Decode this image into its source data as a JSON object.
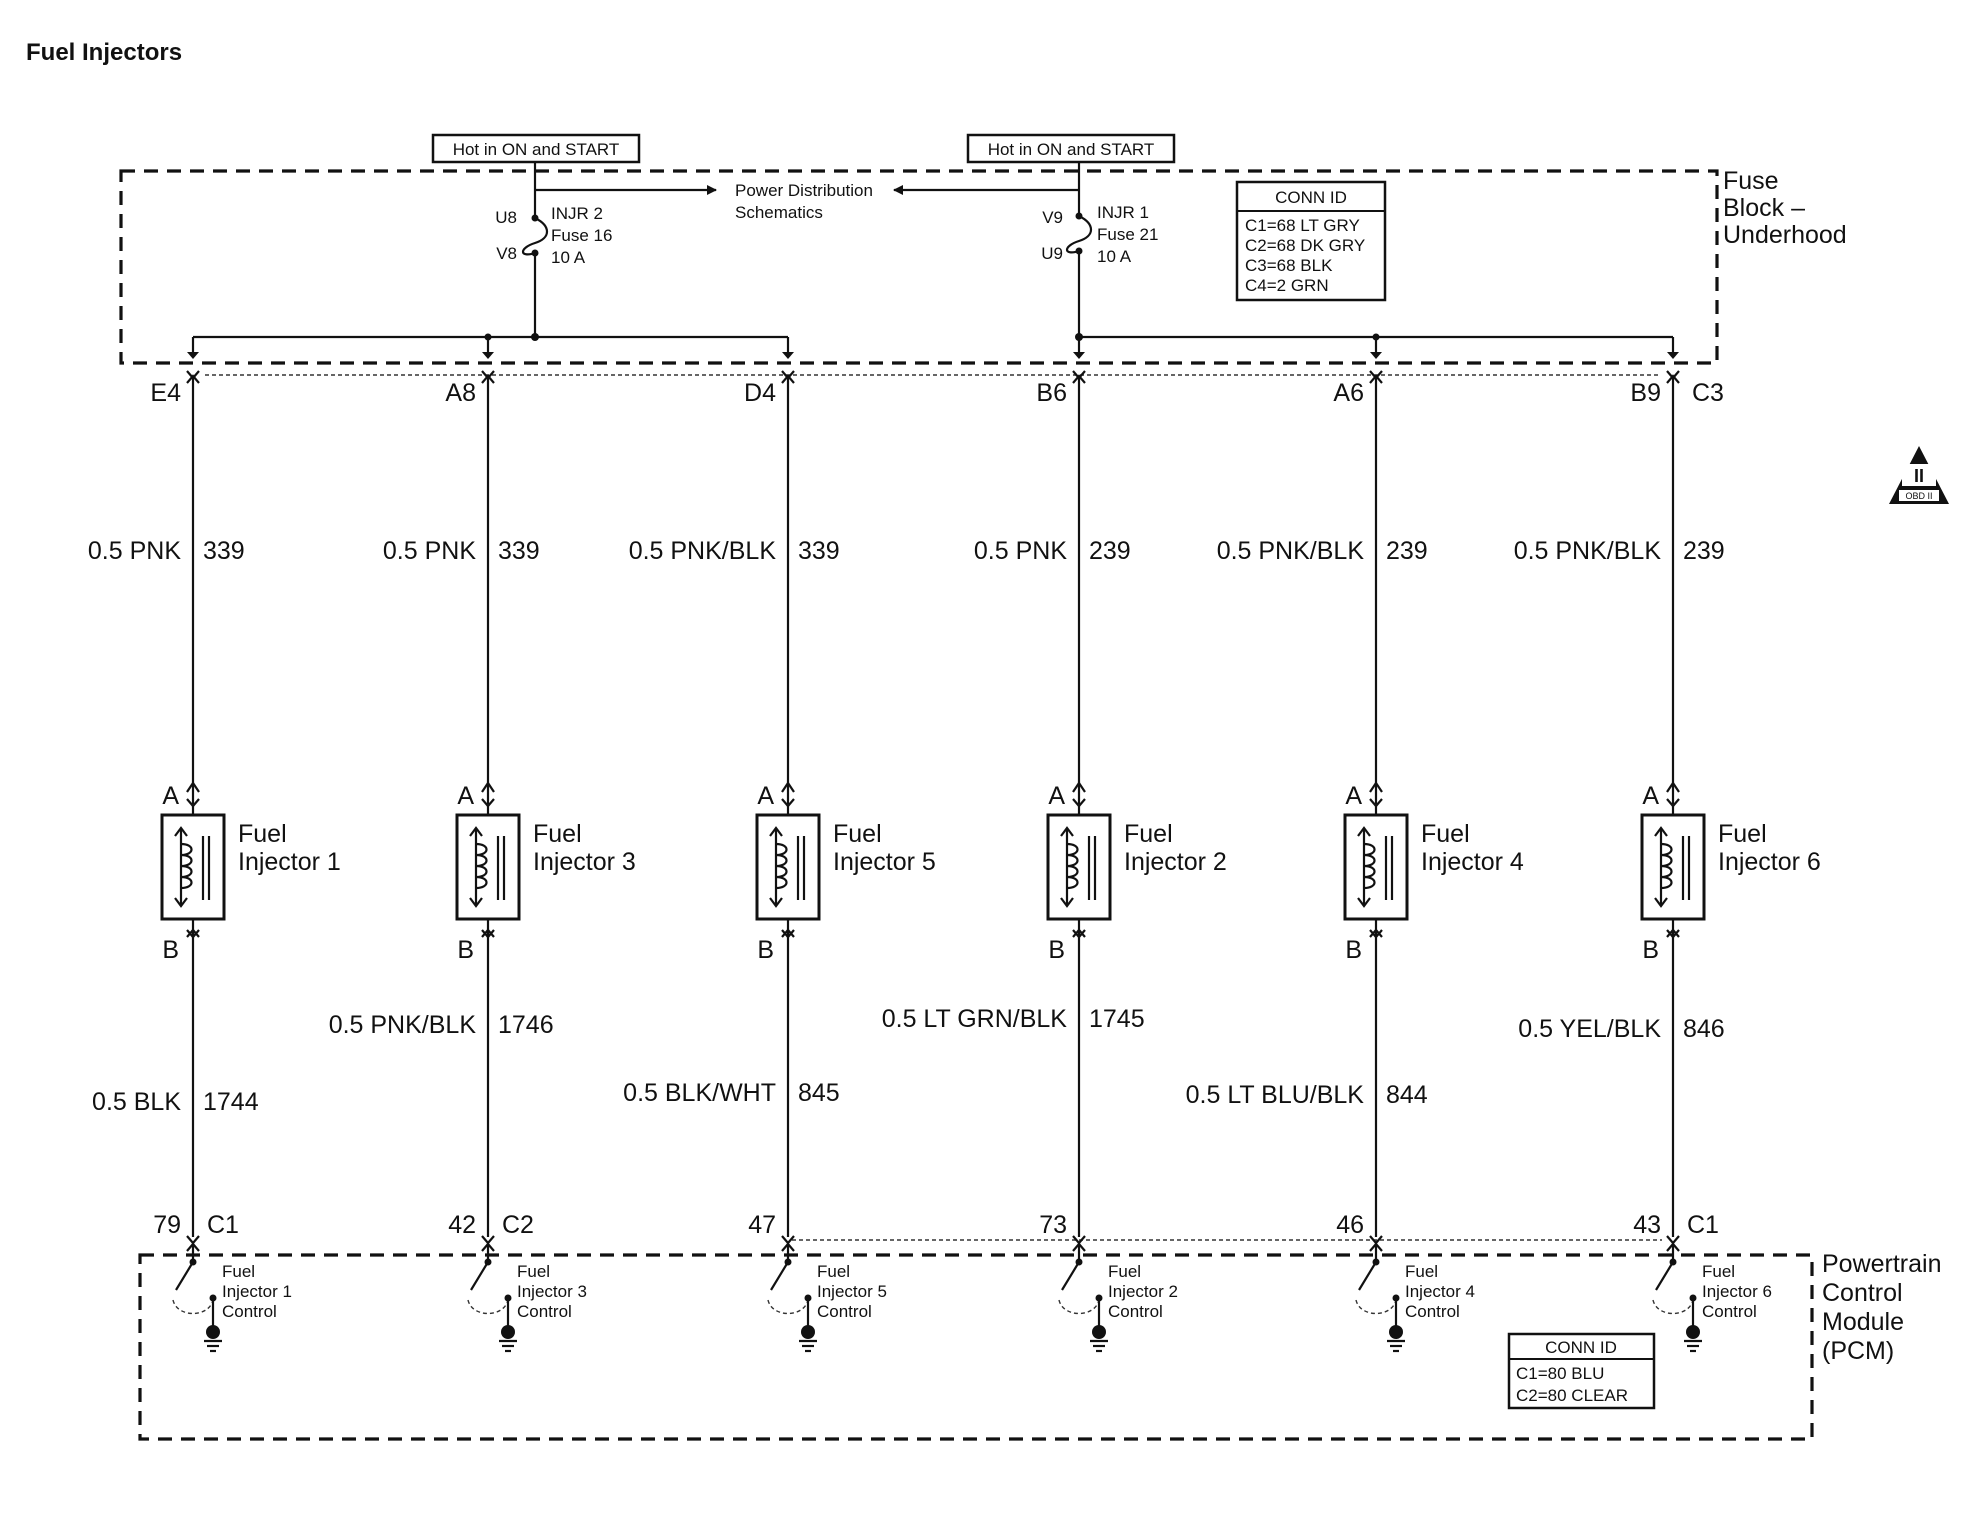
{
  "title": "Fuel Injectors",
  "power_labels": [
    "Hot in ON and START",
    "Hot in ON and START"
  ],
  "power_distribution": [
    "Power Distribution",
    "Schematics"
  ],
  "fuses": [
    {
      "top_pin": "U8",
      "bottom_pin": "V8",
      "name": "INJR 2",
      "fuse": "Fuse 16",
      "rating": "10 A"
    },
    {
      "top_pin": "V9",
      "bottom_pin": "U9",
      "name": "INJR 1",
      "fuse": "Fuse 21",
      "rating": "10 A"
    }
  ],
  "fuse_block": {
    "label": [
      "Fuse",
      "Block –",
      "Underhood"
    ],
    "conn_id_title": "CONN ID",
    "conn_ids": [
      "C1=68 LT GRY",
      "C2=68 DK GRY",
      "C3=68 BLK",
      "C4=2 GRN"
    ],
    "c3_label": "C3"
  },
  "columns": [
    {
      "top_pin": "E4",
      "upper_gauge": "0.5 PNK",
      "upper_circuit": "339",
      "injector": [
        "Fuel",
        "Injector 1"
      ],
      "lower_gauge": "0.5 BLK",
      "lower_circuit": "1744",
      "pcm_pin": "79",
      "pcm_conn": "C1",
      "control": [
        "Fuel",
        "Injector 1",
        "Control"
      ]
    },
    {
      "top_pin": "A8",
      "upper_gauge": "0.5 PNK",
      "upper_circuit": "339",
      "injector": [
        "Fuel",
        "Injector 3"
      ],
      "lower_gauge": "0.5 PNK/BLK",
      "lower_circuit": "1746",
      "pcm_pin": "42",
      "pcm_conn": "C2",
      "control": [
        "Fuel",
        "Injector 3",
        "Control"
      ]
    },
    {
      "top_pin": "D4",
      "upper_gauge": "0.5 PNK/BLK",
      "upper_circuit": "339",
      "injector": [
        "Fuel",
        "Injector 5"
      ],
      "lower_gauge": "0.5 BLK/WHT",
      "lower_circuit": "845",
      "pcm_pin": "47",
      "pcm_conn": "",
      "control": [
        "Fuel",
        "Injector 5",
        "Control"
      ]
    },
    {
      "top_pin": "B6",
      "upper_gauge": "0.5 PNK",
      "upper_circuit": "239",
      "injector": [
        "Fuel",
        "Injector 2"
      ],
      "lower_gauge": "0.5 LT GRN/BLK",
      "lower_circuit": "1745",
      "pcm_pin": "73",
      "pcm_conn": "",
      "control": [
        "Fuel",
        "Injector 2",
        "Control"
      ]
    },
    {
      "top_pin": "A6",
      "upper_gauge": "0.5 PNK/BLK",
      "upper_circuit": "239",
      "injector": [
        "Fuel",
        "Injector 4"
      ],
      "lower_gauge": "0.5 LT BLU/BLK",
      "lower_circuit": "844",
      "pcm_pin": "46",
      "pcm_conn": "",
      "control": [
        "Fuel",
        "Injector 4",
        "Control"
      ]
    },
    {
      "top_pin": "B9",
      "upper_gauge": "0.5 PNK/BLK",
      "upper_circuit": "239",
      "injector": [
        "Fuel",
        "Injector 6"
      ],
      "lower_gauge": "0.5 YEL/BLK",
      "lower_circuit": "846",
      "pcm_pin": "43",
      "pcm_conn": "C1",
      "control": [
        "Fuel",
        "Injector 6",
        "Control"
      ]
    }
  ],
  "injector_pins": {
    "top": "A",
    "bottom": "B"
  },
  "pcm": {
    "label": [
      "Powertrain",
      "Control",
      "Module",
      "(PCM)"
    ],
    "conn_id_title": "CONN ID",
    "conn_ids": [
      "C1=80 BLU",
      "C2=80 CLEAR"
    ]
  },
  "obd_badge": {
    "roman": "II",
    "text": "OBD II"
  }
}
